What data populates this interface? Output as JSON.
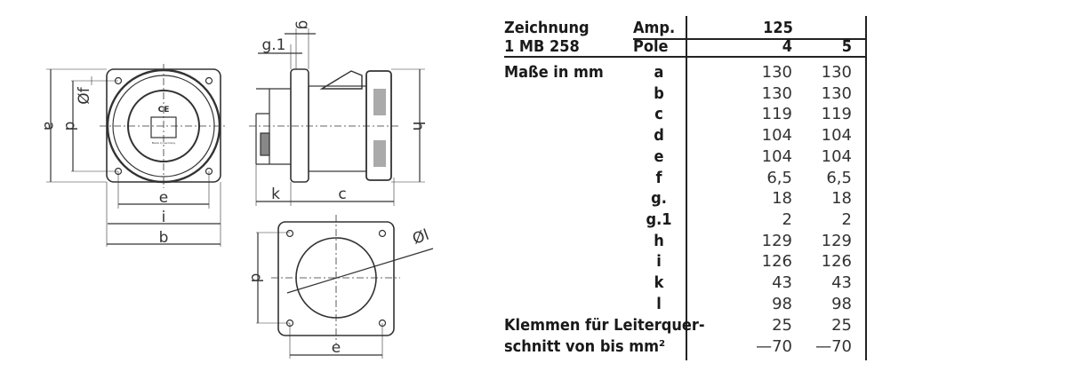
{
  "drawing": {
    "front_labels": {
      "a": "a",
      "d": "d",
      "f": "Øf",
      "e": "e",
      "i": "i",
      "b": "b",
      "ce_mark": "CE",
      "made_in": "Made in Germany"
    },
    "side_labels": {
      "g": "g",
      "g1": "g.1",
      "h": "h",
      "k": "k",
      "c": "c"
    },
    "cutout_labels": {
      "d": "d",
      "e": "e",
      "l": "Øl"
    }
  },
  "table": {
    "header": {
      "drawing_label": "Zeichnung",
      "drawing_number": "1 MB 258",
      "amp_label": "Amp.",
      "amp_value": "125",
      "pole_label": "Pole",
      "poles": [
        "4",
        "5"
      ]
    },
    "dimensions_label": "Maße in mm",
    "rows": [
      {
        "key": "a",
        "v4": "130",
        "v5": "130"
      },
      {
        "key": "b",
        "v4": "130",
        "v5": "130"
      },
      {
        "key": "c",
        "v4": "119",
        "v5": "119"
      },
      {
        "key": "d",
        "v4": "104",
        "v5": "104"
      },
      {
        "key": "e",
        "v4": "104",
        "v5": "104"
      },
      {
        "key": "f",
        "v4": "6,5",
        "v5": "6,5"
      },
      {
        "key": "g.",
        "v4": "18",
        "v5": "18"
      },
      {
        "key": "g.1",
        "v4": "2",
        "v5": "2"
      },
      {
        "key": "h",
        "v4": "129",
        "v5": "129"
      },
      {
        "key": "i",
        "v4": "126",
        "v5": "126"
      },
      {
        "key": "k",
        "v4": "43",
        "v5": "43"
      },
      {
        "key": "l",
        "v4": "98",
        "v5": "98"
      }
    ],
    "terminals": {
      "label_line1": "Klemmen für Leiterquer-",
      "label_line2": "schnitt von bis mm²",
      "from": [
        "25",
        "25"
      ],
      "to": [
        "—70",
        "—70"
      ]
    }
  }
}
